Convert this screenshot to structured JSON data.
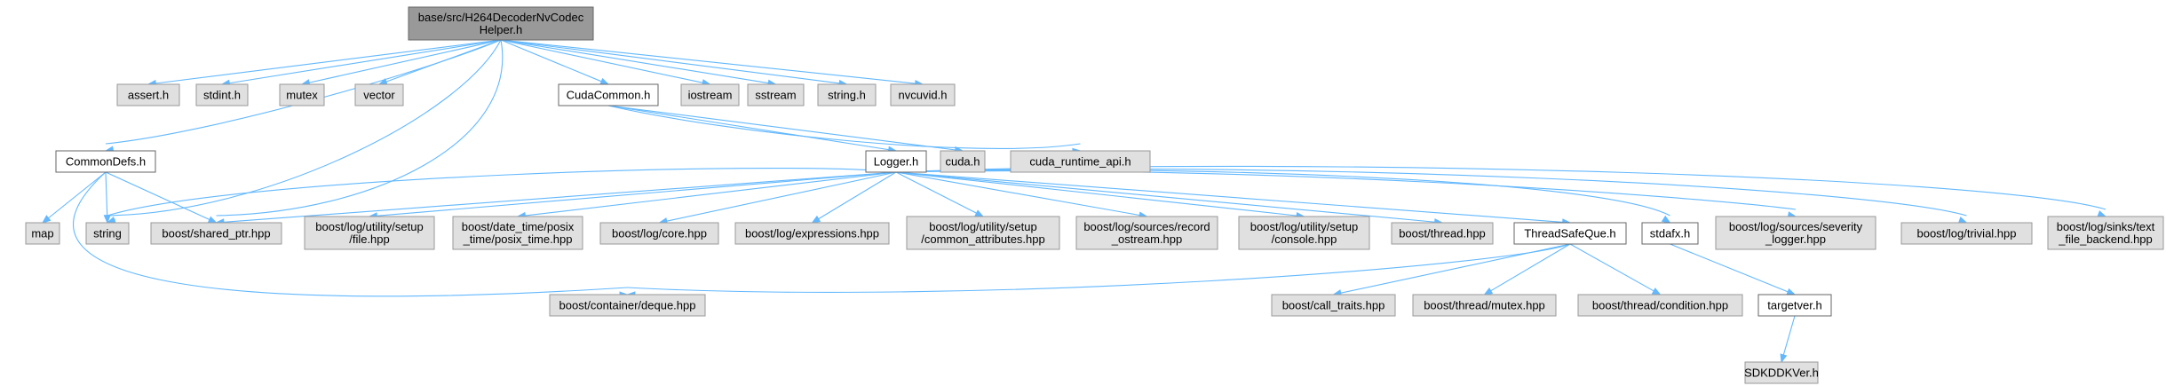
{
  "palette": {
    "root_fill": "#999999",
    "root_stroke": "#666666",
    "external_fill": "#E0E0E0",
    "external_stroke": "#999999",
    "local_fill": "#FFFFFF",
    "local_stroke": "#666666",
    "edge": "#63B8FF"
  },
  "nodes": [
    {
      "id": "root",
      "kind": "root",
      "lines": [
        "base/src/H264DecoderNvCodec",
        "Helper.h"
      ]
    },
    {
      "id": "assert",
      "kind": "external",
      "lines": [
        "assert.h"
      ]
    },
    {
      "id": "stdint",
      "kind": "external",
      "lines": [
        "stdint.h"
      ]
    },
    {
      "id": "mutex",
      "kind": "external",
      "lines": [
        "mutex"
      ]
    },
    {
      "id": "vector",
      "kind": "external",
      "lines": [
        "vector"
      ]
    },
    {
      "id": "cudacommon",
      "kind": "local",
      "lines": [
        "CudaCommon.h"
      ]
    },
    {
      "id": "iostream",
      "kind": "external",
      "lines": [
        "iostream"
      ]
    },
    {
      "id": "sstream",
      "kind": "external",
      "lines": [
        "sstream"
      ]
    },
    {
      "id": "stringh",
      "kind": "external",
      "lines": [
        "string.h"
      ]
    },
    {
      "id": "nvcuvid",
      "kind": "external",
      "lines": [
        "nvcuvid.h"
      ]
    },
    {
      "id": "commondefs",
      "kind": "local",
      "lines": [
        "CommonDefs.h"
      ]
    },
    {
      "id": "logger",
      "kind": "local",
      "lines": [
        "Logger.h"
      ]
    },
    {
      "id": "cudah",
      "kind": "external",
      "lines": [
        "cuda.h"
      ]
    },
    {
      "id": "cudaruntime",
      "kind": "external",
      "lines": [
        "cuda_runtime_api.h"
      ]
    },
    {
      "id": "map",
      "kind": "external",
      "lines": [
        "map"
      ]
    },
    {
      "id": "string",
      "kind": "external",
      "lines": [
        "string"
      ]
    },
    {
      "id": "sharedptr",
      "kind": "external",
      "lines": [
        "boost/shared_ptr.hpp"
      ]
    },
    {
      "id": "setupfile",
      "kind": "external",
      "lines": [
        "boost/log/utility/setup",
        "/file.hpp"
      ]
    },
    {
      "id": "posixtime",
      "kind": "external",
      "lines": [
        "boost/date_time/posix",
        "_time/posix_time.hpp"
      ]
    },
    {
      "id": "logcore",
      "kind": "external",
      "lines": [
        "boost/log/core.hpp"
      ]
    },
    {
      "id": "logexpr",
      "kind": "external",
      "lines": [
        "boost/log/expressions.hpp"
      ]
    },
    {
      "id": "commonattr",
      "kind": "external",
      "lines": [
        "boost/log/utility/setup",
        "/common_attributes.hpp"
      ]
    },
    {
      "id": "recordostream",
      "kind": "external",
      "lines": [
        "boost/log/sources/record",
        "_ostream.hpp"
      ]
    },
    {
      "id": "setupconsole",
      "kind": "external",
      "lines": [
        "boost/log/utility/setup",
        "/console.hpp"
      ]
    },
    {
      "id": "thread",
      "kind": "external",
      "lines": [
        "boost/thread.hpp"
      ]
    },
    {
      "id": "threadsafeque",
      "kind": "local",
      "lines": [
        "ThreadSafeQue.h"
      ]
    },
    {
      "id": "stdafx",
      "kind": "local",
      "lines": [
        "stdafx.h"
      ]
    },
    {
      "id": "severitylogger",
      "kind": "external",
      "lines": [
        "boost/log/sources/severity",
        "_logger.hpp"
      ]
    },
    {
      "id": "trivial",
      "kind": "external",
      "lines": [
        "boost/log/trivial.hpp"
      ]
    },
    {
      "id": "textfile",
      "kind": "external",
      "lines": [
        "boost/log/sinks/text",
        "_file_backend.hpp"
      ]
    },
    {
      "id": "deque",
      "kind": "external",
      "lines": [
        "boost/container/deque.hpp"
      ]
    },
    {
      "id": "calltraits",
      "kind": "external",
      "lines": [
        "boost/call_traits.hpp"
      ]
    },
    {
      "id": "threadmutex",
      "kind": "external",
      "lines": [
        "boost/thread/mutex.hpp"
      ]
    },
    {
      "id": "condition",
      "kind": "external",
      "lines": [
        "boost/thread/condition.hpp"
      ]
    },
    {
      "id": "targetver",
      "kind": "local",
      "lines": [
        "targetver.h"
      ]
    },
    {
      "id": "sdkddkver",
      "kind": "external",
      "lines": [
        "SDKDDKVer.h"
      ]
    }
  ],
  "edges": [
    [
      "root",
      "assert"
    ],
    [
      "root",
      "stdint"
    ],
    [
      "root",
      "mutex"
    ],
    [
      "root",
      "vector"
    ],
    [
      "root",
      "cudacommon"
    ],
    [
      "root",
      "iostream"
    ],
    [
      "root",
      "sstream"
    ],
    [
      "root",
      "stringh"
    ],
    [
      "root",
      "nvcuvid"
    ],
    [
      "root",
      "commondefs"
    ],
    [
      "root",
      "string"
    ],
    [
      "root",
      "sharedptr"
    ],
    [
      "cudacommon",
      "logger"
    ],
    [
      "cudacommon",
      "cudah"
    ],
    [
      "cudacommon",
      "cudaruntime"
    ],
    [
      "commondefs",
      "map"
    ],
    [
      "commondefs",
      "string"
    ],
    [
      "commondefs",
      "sharedptr"
    ],
    [
      "commondefs",
      "deque"
    ],
    [
      "logger",
      "string"
    ],
    [
      "logger",
      "sharedptr"
    ],
    [
      "logger",
      "setupfile"
    ],
    [
      "logger",
      "posixtime"
    ],
    [
      "logger",
      "logcore"
    ],
    [
      "logger",
      "logexpr"
    ],
    [
      "logger",
      "commonattr"
    ],
    [
      "logger",
      "recordostream"
    ],
    [
      "logger",
      "setupconsole"
    ],
    [
      "logger",
      "thread"
    ],
    [
      "logger",
      "threadsafeque"
    ],
    [
      "logger",
      "stdafx"
    ],
    [
      "logger",
      "severitylogger"
    ],
    [
      "logger",
      "trivial"
    ],
    [
      "logger",
      "textfile"
    ],
    [
      "threadsafeque",
      "deque"
    ],
    [
      "threadsafeque",
      "calltraits"
    ],
    [
      "threadsafeque",
      "threadmutex"
    ],
    [
      "threadsafeque",
      "condition"
    ],
    [
      "stdafx",
      "targetver"
    ],
    [
      "targetver",
      "sdkddkver"
    ]
  ]
}
